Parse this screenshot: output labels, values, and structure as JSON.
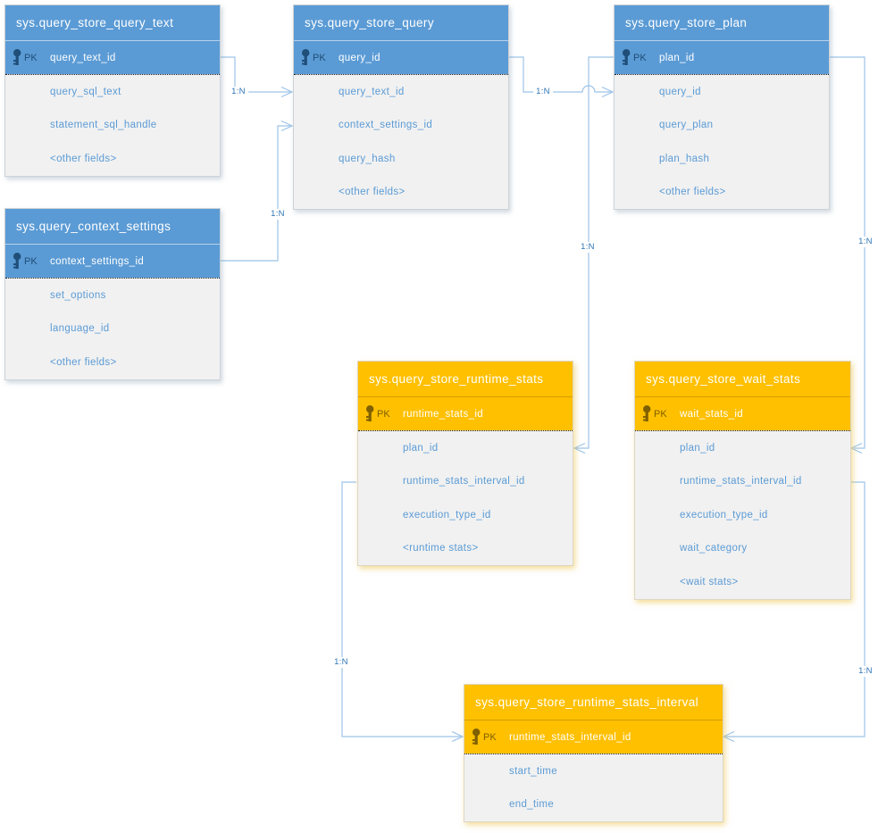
{
  "colors": {
    "blue_header": "#5B9BD5",
    "orange_header": "#FFC000",
    "field_text": "#5B9BD5",
    "pk_text_blue": "#1F4E79",
    "pk_text_orange": "#7F6000",
    "row_background": "#F1F1F1",
    "connector_line": "#9CC3E8",
    "cardinality_label_text": "#2E75B6"
  },
  "tables": [
    {
      "name": "sys.query_store_query_text",
      "theme": "blue",
      "pk_label": "PK",
      "pk_field": "query_text_id",
      "fields": [
        "query_sql_text",
        "statement_sql_handle",
        "<other fields>"
      ]
    },
    {
      "name": "sys.query_store_query",
      "theme": "blue",
      "pk_label": "PK",
      "pk_field": "query_id",
      "fields": [
        "query_text_id",
        "context_settings_id",
        "query_hash",
        "<other fields>"
      ]
    },
    {
      "name": "sys.query_store_plan",
      "theme": "blue",
      "pk_label": "PK",
      "pk_field": "plan_id",
      "fields": [
        "query_id",
        "query_plan",
        "plan_hash",
        "<other fields>"
      ]
    },
    {
      "name": "sys.query_context_settings",
      "theme": "blue",
      "pk_label": "PK",
      "pk_field": "context_settings_id",
      "fields": [
        "set_options",
        "language_id",
        "<other fields>"
      ]
    },
    {
      "name": "sys.query_store_runtime_stats",
      "theme": "orange",
      "pk_label": "PK",
      "pk_field": "runtime_stats_id",
      "fields": [
        "plan_id",
        "runtime_stats_interval_id",
        "execution_type_id",
        "<runtime stats>"
      ]
    },
    {
      "name": "sys.query_store_wait_stats",
      "theme": "orange",
      "pk_label": "PK",
      "pk_field": "wait_stats_id",
      "fields": [
        "plan_id",
        "runtime_stats_interval_id",
        "execution_type_id",
        "wait_category",
        "<wait stats>"
      ]
    },
    {
      "name": "sys.query_store_runtime_stats_interval",
      "theme": "orange",
      "pk_label": "PK",
      "pk_field": "runtime_stats_interval_id",
      "fields": [
        "start_time",
        "end_time"
      ]
    }
  ],
  "connectors": [
    {
      "label": "1:N",
      "from": "sys.query_store_query_text.query_text_id",
      "to": "sys.query_store_query.query_text_id"
    },
    {
      "label": "1:N",
      "from": "sys.query_context_settings.context_settings_id",
      "to": "sys.query_store_query.context_settings_id"
    },
    {
      "label": "1:N",
      "from": "sys.query_store_query.query_id",
      "to": "sys.query_store_plan.query_id"
    },
    {
      "label": "1:N",
      "from": "sys.query_store_plan.plan_id",
      "to": "sys.query_store_runtime_stats.plan_id"
    },
    {
      "label": "1:N",
      "from": "sys.query_store_plan.plan_id",
      "to": "sys.query_store_wait_stats.plan_id"
    },
    {
      "label": "1:N",
      "from": "sys.query_store_runtime_stats.runtime_stats_interval_id",
      "to": "sys.query_store_runtime_stats_interval.runtime_stats_interval_id"
    },
    {
      "label": "1:N",
      "from": "sys.query_store_wait_stats.runtime_stats_interval_id",
      "to": "sys.query_store_runtime_stats_interval.runtime_stats_interval_id"
    }
  ]
}
